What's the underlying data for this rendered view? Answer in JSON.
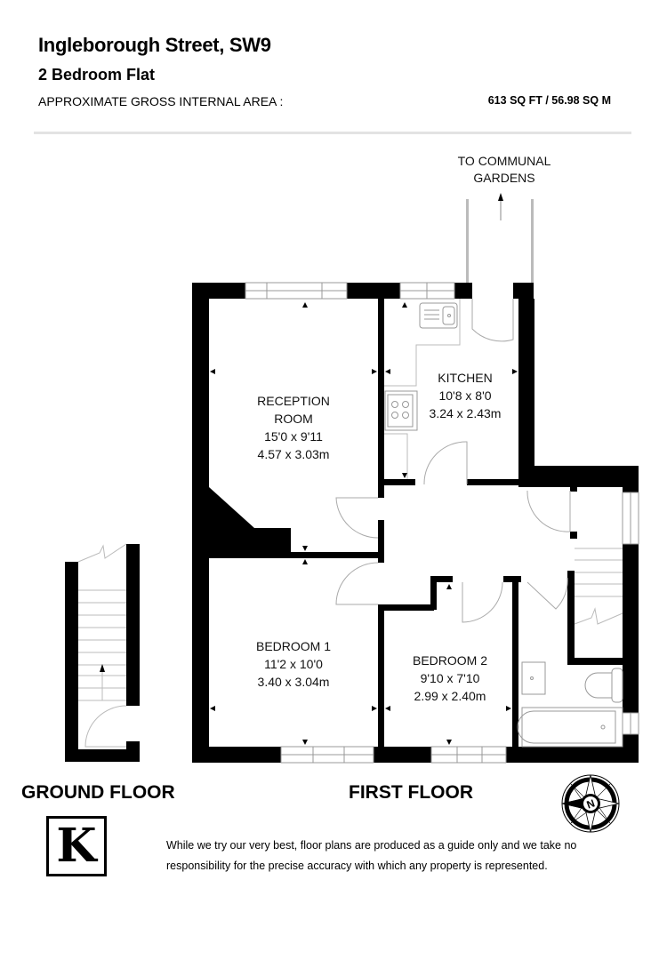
{
  "header": {
    "title": "Ingleborough Street, SW9",
    "subtitle": "2 Bedroom Flat",
    "area_label": "APPROXIMATE GROSS INTERNAL AREA :",
    "area_value": "613 SQ FT / 56.98 SQ M"
  },
  "annotations": {
    "garden_line1": "TO COMMUNAL",
    "garden_line2": "GARDENS"
  },
  "rooms": [
    {
      "name_line1": "RECEPTION",
      "name_line2": "ROOM",
      "imperial": "15'0 x 9'11",
      "metric": "4.57 x 3.03m"
    },
    {
      "name_line1": "KITCHEN",
      "imperial": "10'8 x 8'0",
      "metric": "3.24 x 2.43m"
    },
    {
      "name_line1": "BEDROOM 1",
      "imperial": "11'2 x 10'0",
      "metric": "3.40 x 3.04m"
    },
    {
      "name_line1": "BEDROOM 2",
      "imperial": "9'10 x 7'10",
      "metric": "2.99 x 2.40m"
    }
  ],
  "floors": {
    "ground": "GROUND FLOOR",
    "first": "FIRST FLOOR"
  },
  "icons": {
    "compass": "compass-north-icon",
    "compass_letter": "N",
    "logo_letter": "K"
  },
  "footer": {
    "disclaimer": "While we try our very best, floor plans are produced as a guide only and we take no responsibility for the precise accuracy with which any property is represented."
  }
}
